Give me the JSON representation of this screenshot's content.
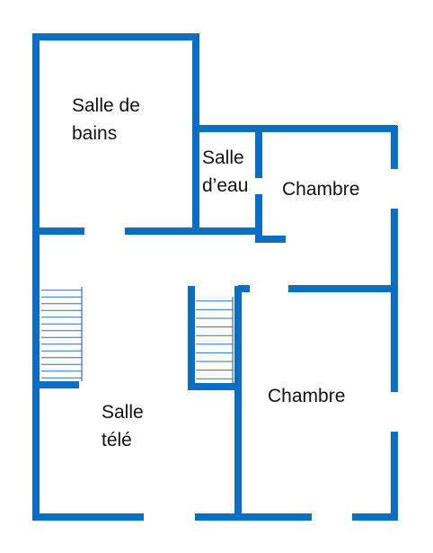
{
  "plan": {
    "wall_color": "#0a6fc2",
    "stair_color": "#2f6fb3"
  },
  "rooms": {
    "salle_de_bains": {
      "line1": "Salle de",
      "line2": "bains"
    },
    "salle_deau": {
      "line1": "Salle",
      "line2": "d’eau"
    },
    "chambre_top": {
      "line1": "Chambre"
    },
    "chambre_bottom": {
      "line1": "Chambre"
    },
    "salle_tele": {
      "line1": "Salle",
      "line2": "télé"
    }
  },
  "stairs": [
    {
      "name": "left-staircase",
      "steps": 14
    },
    {
      "name": "center-staircase",
      "steps": 10
    }
  ]
}
